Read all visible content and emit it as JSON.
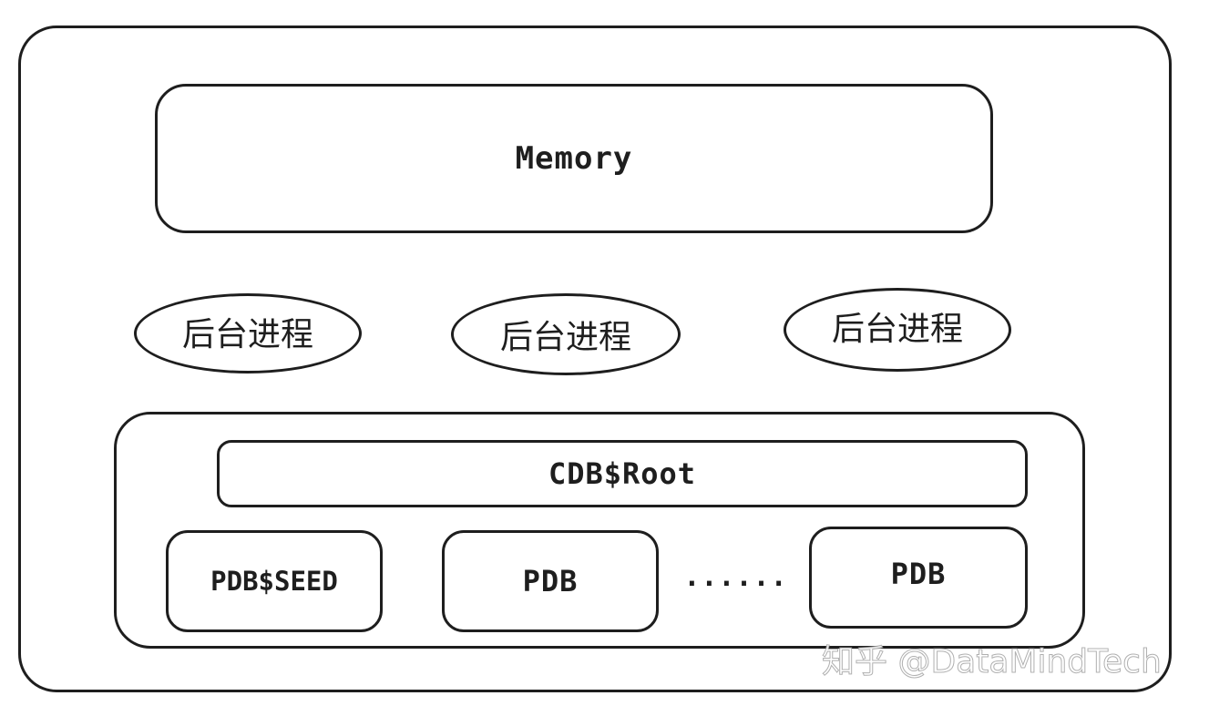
{
  "diagram": {
    "memory_label": "Memory",
    "background_processes": [
      {
        "label": "后台进程"
      },
      {
        "label": "后台进程"
      },
      {
        "label": "后台进程"
      }
    ],
    "root_label": "CDB$Root",
    "seed_label": "PDB$SEED",
    "pdb_labels": [
      "PDB",
      "PDB"
    ],
    "ellipsis": "......"
  },
  "watermark": "知乎 @DataMindTech",
  "colors": {
    "stroke": "#1e1e1e",
    "background": "#ffffff"
  }
}
